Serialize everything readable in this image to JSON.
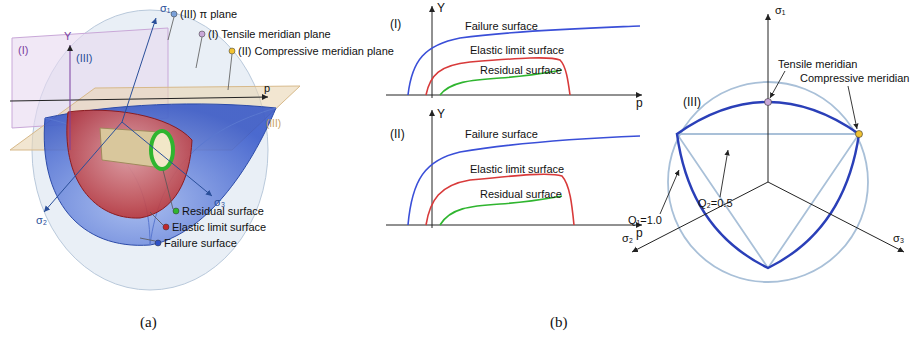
{
  "diagram": {
    "labels": [
      "σ₁",
      "(III) π plane",
      "(I) Tensile meridian plane",
      "(II) Compressive meridian plane",
      "Y",
      "(I)",
      "(III)",
      "p",
      "(III)",
      "σ₂",
      "σ₃",
      "Residual surface",
      "Elastic limit surface",
      "Failure surface",
      "(a)",
      "Y",
      "(I)",
      "Failure surface",
      "Elastic limit surface",
      "Residual surface",
      "p",
      "Y",
      "(II)",
      "Failure surface",
      "Elastic limit surface",
      "Residual surface",
      "p",
      "σ₁",
      "(III)",
      "Tensile meridian",
      "Compressive meridian",
      "Q₁=1.0",
      "Q₂=0.5",
      "σ₂",
      "σ₃",
      "(b)"
    ]
  }
}
